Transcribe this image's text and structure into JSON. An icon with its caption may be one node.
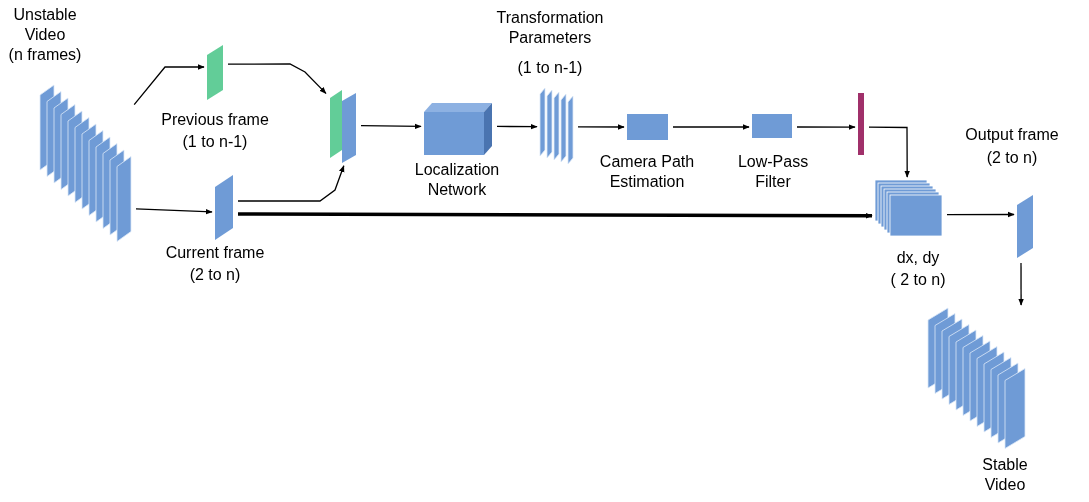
{
  "diagram": {
    "nodes": [
      {
        "text": [
          "Unstable Video",
          "(n frames)"
        ]
      },
      {
        "text": [
          "Previous frame",
          "(1 to n-1)"
        ]
      },
      {
        "text": [
          "Current frame",
          "(2 to n)"
        ]
      },
      {
        "text": [],
        "shape": "box"
      },
      {
        "text": [
          "Localization Network"
        ]
      },
      {
        "text": [
          "Transformation Parameters",
          "(1 to n-1)"
        ]
      },
      {
        "text": [
          "Camera Path Estimation"
        ]
      },
      {
        "text": [
          "Low-Pass Filter"
        ]
      },
      {
        "text": [],
        "shape": "bar"
      },
      {
        "text": [
          "dx, dy",
          "( 2 to n)"
        ]
      },
      {
        "text": [
          "Output frame",
          "(2 to n)"
        ]
      },
      {
        "text": [
          "Stable Video"
        ]
      }
    ],
    "edges": [
      {
        "from": 0,
        "to": 1,
        "arrow": "to"
      },
      {
        "from": 1,
        "to": 3,
        "arrow": "to"
      },
      {
        "from": 0,
        "to": 2,
        "arrow": "to"
      },
      {
        "from": 2,
        "to": 3,
        "arrow": "to"
      },
      {
        "from": 3,
        "to": 4,
        "arrow": "to"
      },
      {
        "from": 4,
        "to": 5,
        "arrow": "to"
      },
      {
        "from": 5,
        "to": 6,
        "arrow": "to"
      },
      {
        "from": 6,
        "to": 7,
        "arrow": "to"
      },
      {
        "from": 7,
        "to": 8,
        "arrow": "to"
      },
      {
        "from": 8,
        "to": 9,
        "arrow": "to"
      },
      {
        "from": 2,
        "to": 9,
        "arrow": "to",
        "style": "thick"
      },
      {
        "from": 9,
        "to": 10,
        "arrow": "to"
      },
      {
        "from": 10,
        "to": 11,
        "arrow": "to"
      }
    ]
  }
}
